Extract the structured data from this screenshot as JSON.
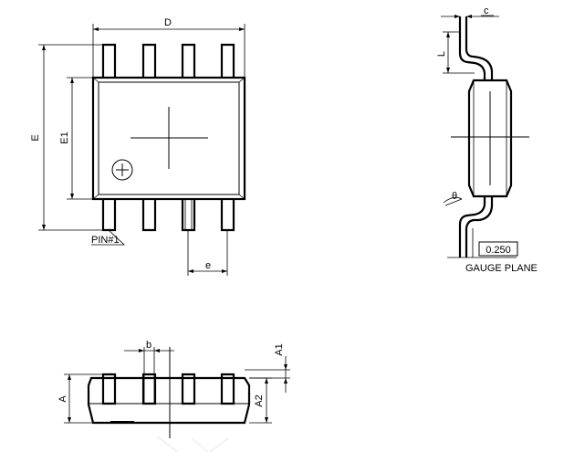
{
  "diagram": {
    "top_view": {
      "dim_length": "D",
      "dim_width_overall": "E",
      "dim_width_body": "E1",
      "dim_pitch": "e",
      "pin_label": "PIN#1"
    },
    "side_view": {
      "dim_lead_thickness": "c",
      "dim_foot_length": "L",
      "dim_angle": "θ",
      "gauge_value": "0.250",
      "gauge_label": "GAUGE PLANE"
    },
    "front_view": {
      "dim_lead_width": "b",
      "dim_standoff": "A1",
      "dim_total_height": "A",
      "dim_body_height": "A2"
    }
  }
}
